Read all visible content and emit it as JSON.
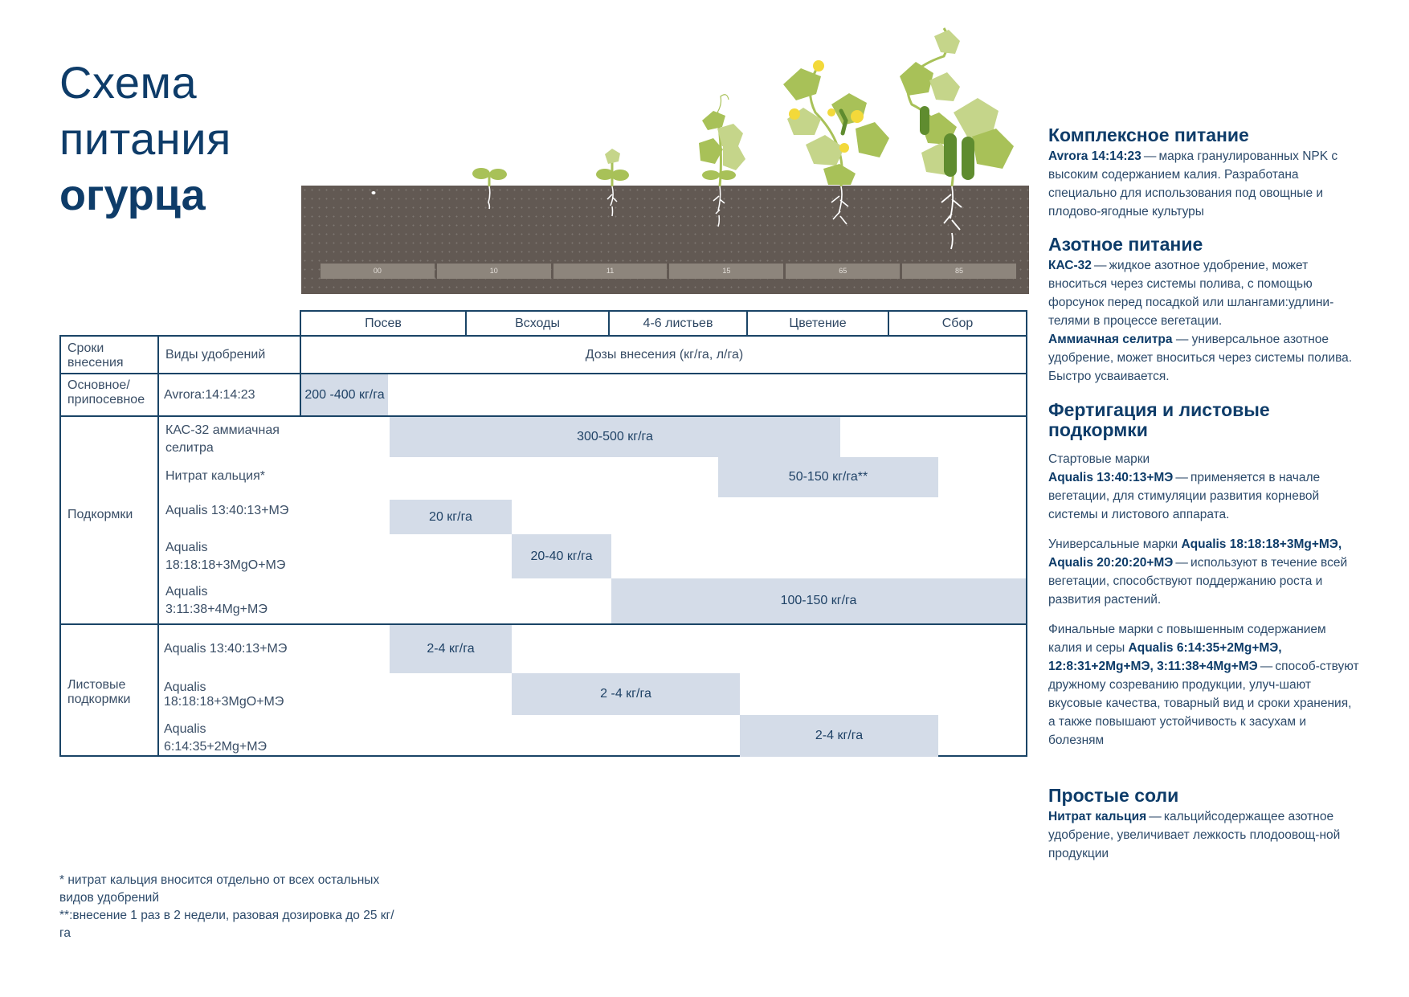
{
  "title": {
    "line1": "Схема",
    "line2": "питания",
    "line3": "огурца"
  },
  "illustration": {
    "growth_stage_codes": [
      "00",
      "10",
      "11",
      "15",
      "65",
      "85"
    ],
    "colors": {
      "soil": "#625953",
      "leaf": "#a8c158",
      "leaf_light": "#c5d58a",
      "flower": "#f3d93a",
      "fruit": "#5f8c2f",
      "root": "#ffffff"
    }
  },
  "table": {
    "phases": [
      "Посев",
      "Всходы",
      "4-6 листьев",
      "Цветение",
      "Сбор"
    ],
    "header": {
      "timing": "Сроки внесения",
      "types": "Виды удобрений",
      "doses": "Дозы внесения (кг/га, л/га)"
    },
    "groups": [
      {
        "label": "Основное/ припосевное",
        "rows": [
          {
            "fertilizer": "Avrora:14:14:23",
            "dose": "200 -400 кг/га"
          }
        ]
      },
      {
        "label": "Подкормки",
        "rows": [
          {
            "fertilizer": "КАС-32 аммиачная селитра",
            "dose": "300-500 кг/га"
          },
          {
            "fertilizer": "Нитрат кальция*",
            "dose": "50-150 кг/га**"
          },
          {
            "fertilizer": "Aqualis 13:40:13+МЭ",
            "dose": "20 кг/га"
          },
          {
            "fertilizer": "Aqualis 18:18:18+3MgO+МЭ",
            "dose": "20-40 кг/га"
          },
          {
            "fertilizer": "Aqualis 3:11:38+4Mg+МЭ",
            "dose": "100-150 кг/га"
          }
        ]
      },
      {
        "label": "Листовые подкормки",
        "rows": [
          {
            "fertilizer": "Aqualis 13:40:13+МЭ",
            "dose": "2-4 кг/га"
          },
          {
            "fertilizer": "Aqualis 18:18:18+3MgO+МЭ",
            "dose": "2 -4 кг/га"
          },
          {
            "fertilizer": "Aqualis 6:14:35+2Mg+МЭ",
            "dose": "2-4 кг/га"
          }
        ]
      }
    ],
    "colors": {
      "border": "#1a4466",
      "dose_fill": "#d4dce8"
    }
  },
  "sidebar": {
    "complex": {
      "heading": "Комплексное питание",
      "bold": "Avrora 14:14:23",
      "text": " — марка гранулированных NPK с высоким содержанием калия. Разработана специально для использования под овощные и плодово-ягодные культуры"
    },
    "nitrogen": {
      "heading": "Азотное питание",
      "item1_bold": "КАС-32",
      "item1_text": " — жидкое азотное удобрение, может вноситься через системы полива, с помощью форсунок перед посадкой или шлангами:удлини-телями в процессе вегетации.",
      "item2_bold": "Аммиачная селитра",
      "item2_text": " — универсальное азотное удобрение, может вноситься через системы полива. Быстро усваивается."
    },
    "fertigation": {
      "heading": "Фертигация и листовые подкормки",
      "start_label": "Стартовые марки",
      "start_bold": "Aqualis 13:40:13+МЭ",
      "start_text": " — применяется в начале вегетации, для стимуляции развития корневой системы и листового аппарата.",
      "universal_prefix": "Универсальные марки ",
      "universal_bold": "Aqualis 18:18:18+3Mg+МЭ, Aqualis 20:20:20+МЭ",
      "universal_text": " — используют в течение всей вегетации, способствуют поддержанию роста и развития растений.",
      "final_prefix": "Финальные марки с повышенным содержанием калия и серы ",
      "final_bold": "Aqualis 6:14:35+2Mg+МЭ, 12:8:31+2Mg+МЭ, 3:11:38+4Mg+МЭ",
      "final_text": " — способ-ствуют дружному созреванию продукции, улуч-шают вкусовые качества, товарный вид и сроки хранения, а также повышают устойчивость к засухам и болезням"
    },
    "salts": {
      "heading": "Простые соли",
      "bold": "Нитрат кальция",
      "text": " — кальцийсодержащее азотное удобрение, увеличивает лежкость плодоовощ-ной продукции"
    }
  },
  "footnotes": {
    "note1": "* нитрат кальция вносится отдельно от всех остальных видов удобрений",
    "note2": "**:внесение 1 раз в 2 недели, разовая дозировка до 25 кг/га"
  }
}
